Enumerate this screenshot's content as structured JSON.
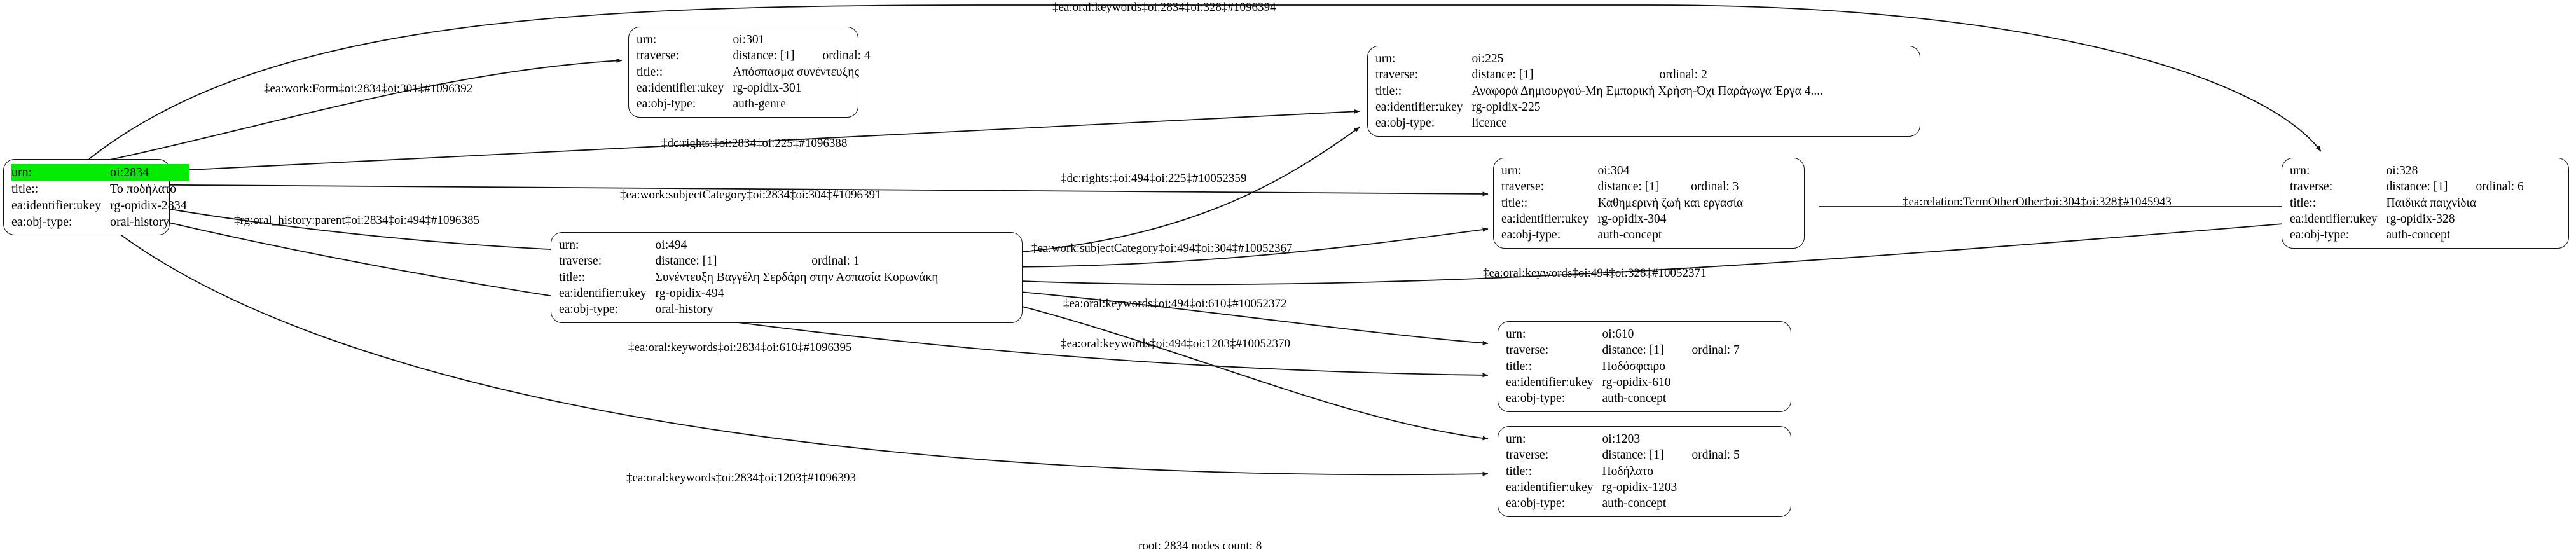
{
  "graph": {
    "footer": "root: 2834 nodes count: 8",
    "field_labels": {
      "urn": "urn:",
      "traverse": "traverse:",
      "title": "title::",
      "ukey": "ea:identifier:ukey",
      "objtype": "ea:obj-type:"
    },
    "nodes": [
      {
        "id": "n2834",
        "highlight": true,
        "urn": "oi:2834",
        "traverse": null,
        "traverse_distance": null,
        "traverse_ordinal": null,
        "title": "Το ποδήλατο",
        "ukey": "rg-opidix-2834",
        "objtype": "oral-history"
      },
      {
        "id": "n301",
        "highlight": false,
        "urn": "oi:301",
        "traverse_distance": "distance: [1]",
        "traverse_ordinal": "ordinal: 4",
        "title": "Απόσπασμα συνέντευξης",
        "ukey": "rg-opidix-301",
        "objtype": "auth-genre"
      },
      {
        "id": "n225",
        "highlight": false,
        "urn": "oi:225",
        "traverse_distance": "distance: [1]",
        "traverse_ordinal": "ordinal: 2",
        "title": "Αναφορά Δημιουργού-Μη Εμπορική Χρήση-Όχι Παράγωγα Έργα 4....",
        "ukey": "rg-opidix-225",
        "objtype": "licence"
      },
      {
        "id": "n304",
        "highlight": false,
        "urn": "oi:304",
        "traverse_distance": "distance: [1]",
        "traverse_ordinal": "ordinal: 3",
        "title": "Καθημερινή ζωή και εργασία",
        "ukey": "rg-opidix-304",
        "objtype": "auth-concept"
      },
      {
        "id": "n328",
        "highlight": false,
        "urn": "oi:328",
        "traverse_distance": "distance: [1]",
        "traverse_ordinal": "ordinal: 6",
        "title": "Παιδικά παιχνίδια",
        "ukey": "rg-opidix-328",
        "objtype": "auth-concept"
      },
      {
        "id": "n494",
        "highlight": false,
        "urn": "oi:494",
        "traverse_distance": "distance: [1]",
        "traverse_ordinal": "ordinal: 1",
        "title": "Συνέντευξη Βαγγέλη Σερδάρη στην Ασπασία Κορωνάκη",
        "ukey": "rg-opidix-494",
        "objtype": "oral-history"
      },
      {
        "id": "n610",
        "highlight": false,
        "urn": "oi:610",
        "traverse_distance": "distance: [1]",
        "traverse_ordinal": "ordinal: 7",
        "title": "Ποδόσφαιρο",
        "ukey": "rg-opidix-610",
        "objtype": "auth-concept"
      },
      {
        "id": "n1203",
        "highlight": false,
        "urn": "oi:1203",
        "traverse_distance": "distance: [1]",
        "traverse_ordinal": "ordinal: 5",
        "title": "Ποδήλατο",
        "ukey": "rg-opidix-1203",
        "objtype": "auth-concept"
      }
    ],
    "edges": [
      {
        "id": "e1",
        "label": "‡ea:oral:keywords‡oi:2834‡oi:328‡#1096394"
      },
      {
        "id": "e2",
        "label": "‡ea:work:Form‡oi:2834‡oi:301‡#1096392"
      },
      {
        "id": "e3",
        "label": "‡dc:rights:‡oi:2834‡oi:225‡#1096388"
      },
      {
        "id": "e4",
        "label": "‡dc:rights:‡oi:494‡oi:225‡#10052359"
      },
      {
        "id": "e5",
        "label": "‡ea:work:subjectCategory‡oi:2834‡oi:304‡#1096391"
      },
      {
        "id": "e6",
        "label": "‡rg:oral_history:parent‡oi:2834‡oi:494‡#1096385"
      },
      {
        "id": "e7",
        "label": "‡ea:work:subjectCategory‡oi:494‡oi:304‡#10052367"
      },
      {
        "id": "e8",
        "label": "‡ea:relation:TermOtherOther‡oi:304‡oi:328‡#1045943"
      },
      {
        "id": "e9",
        "label": "‡ea:oral:keywords‡oi:494‡oi:328‡#10052371"
      },
      {
        "id": "e10",
        "label": "‡ea:oral:keywords‡oi:494‡oi:610‡#10052372"
      },
      {
        "id": "e11",
        "label": "‡ea:oral:keywords‡oi:2834‡oi:610‡#1096395"
      },
      {
        "id": "e12",
        "label": "‡ea:oral:keywords‡oi:494‡oi:1203‡#10052370"
      },
      {
        "id": "e13",
        "label": "‡ea:oral:keywords‡oi:2834‡oi:1203‡#1096393"
      }
    ]
  }
}
